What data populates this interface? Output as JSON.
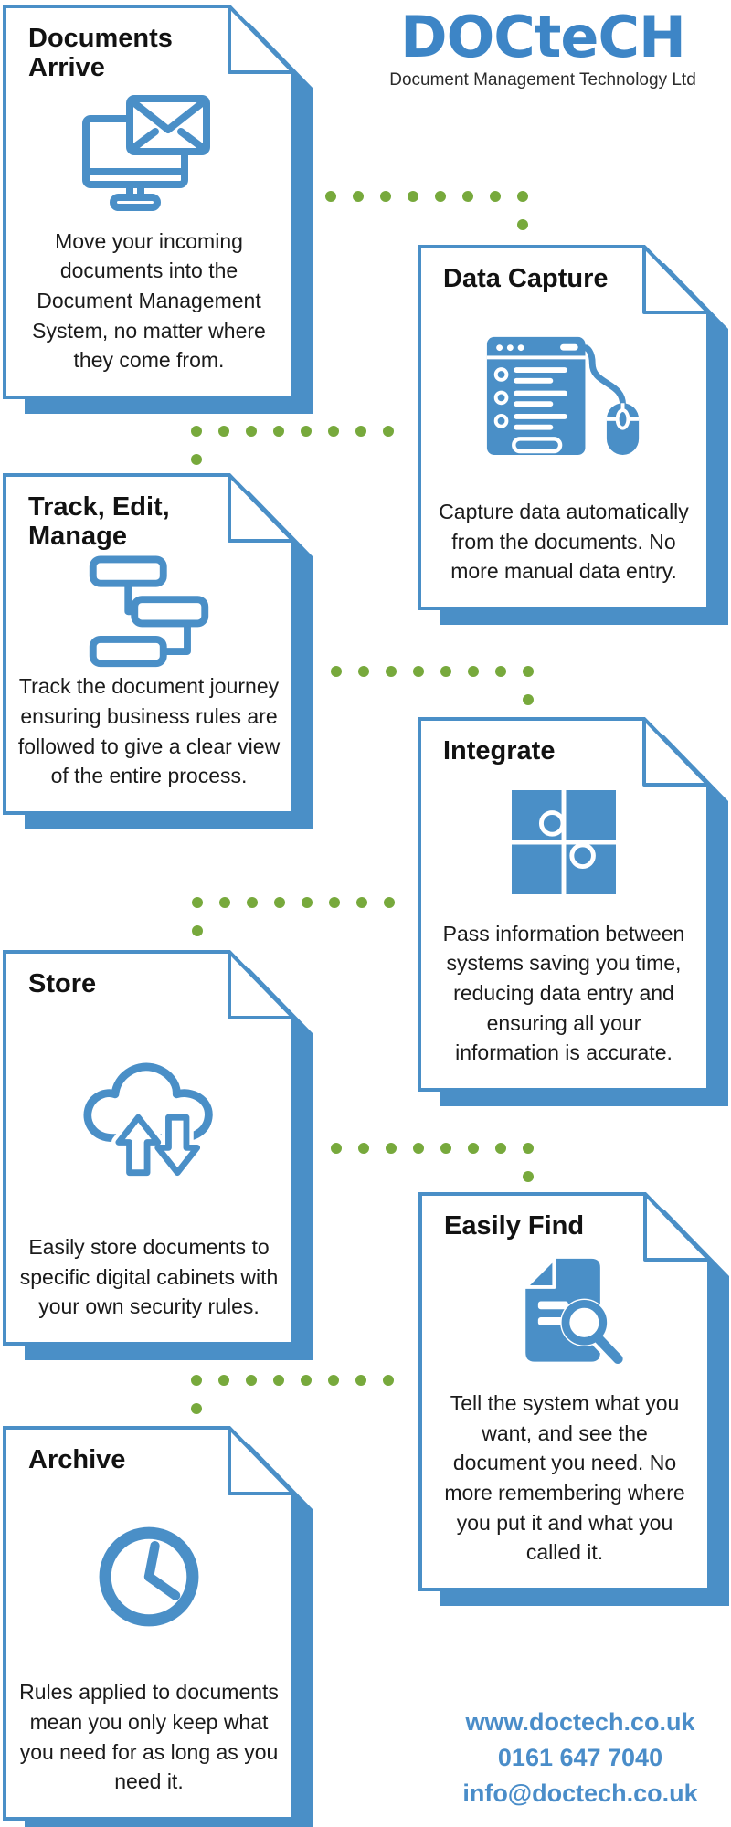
{
  "brand": {
    "logo": "DOCteCH",
    "tagline": "Document Management Technology Ltd"
  },
  "cards": [
    {
      "id": "documents-arrive",
      "title": "Documents Arrive",
      "icon": "monitor-mail-icon",
      "body": "Move your incoming documents into the Document Management System, no matter where they come from."
    },
    {
      "id": "data-capture",
      "title": "Data Capture",
      "icon": "form-mouse-icon",
      "body": "Capture data automatically from the documents. No more manual data entry."
    },
    {
      "id": "track-edit-manage",
      "title": "Track, Edit, Manage",
      "icon": "workflow-icon",
      "body": "Track the document journey ensuring business rules are followed to give a clear view of the entire process."
    },
    {
      "id": "integrate",
      "title": "Integrate",
      "icon": "puzzle-icon",
      "body": "Pass information between systems saving you time, reducing data entry and ensuring all your information is accurate."
    },
    {
      "id": "store",
      "title": "Store",
      "icon": "cloud-sync-icon",
      "body": "Easily store documents to specific digital cabinets with your own security rules."
    },
    {
      "id": "easily-find",
      "title": "Easily Find",
      "icon": "document-search-icon",
      "body": "Tell the system what you want, and see the document you need.  No more remembering where you put it and what you called it."
    },
    {
      "id": "archive",
      "title": "Archive",
      "icon": "clock-icon",
      "body": "Rules applied to documents mean you only keep what you need for as long as you need it."
    }
  ],
  "contact": {
    "website": "www.doctech.co.uk",
    "phone": "0161 647 7040",
    "email": "info@doctech.co.uk"
  },
  "colors": {
    "blue": "#4a8fc7",
    "logo_blue": "#3d85c6",
    "green": "#77a93c",
    "text": "#1b1b1b"
  }
}
